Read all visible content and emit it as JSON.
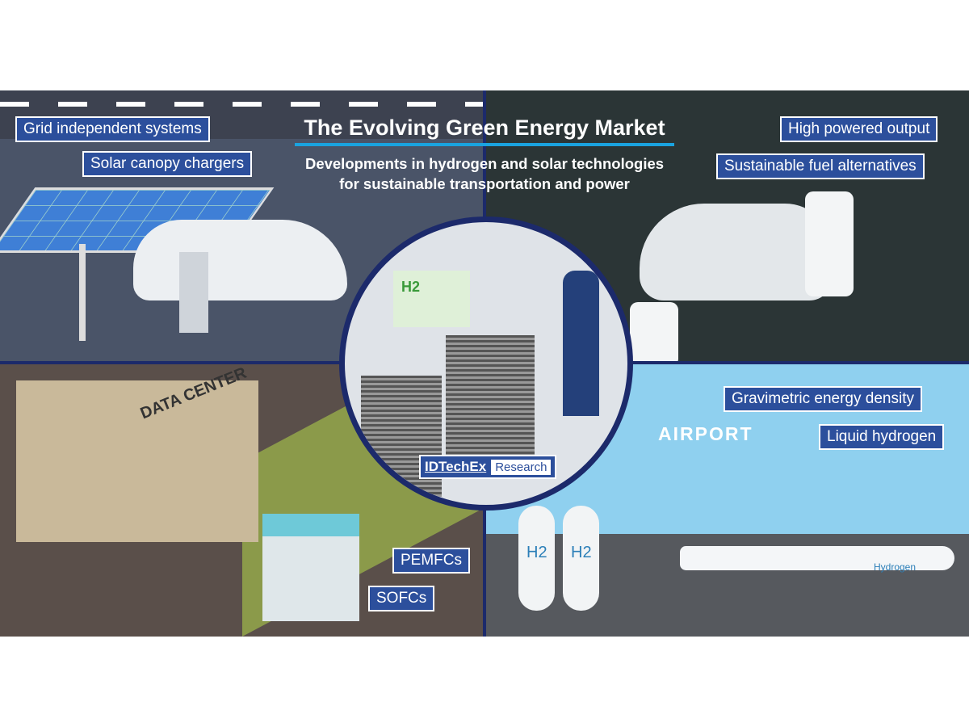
{
  "title": "The Evolving Green Energy Market",
  "subtitle_line1": "Developments in hydrogen and solar technologies",
  "subtitle_line2": "for sustainable transportation and power",
  "labels": {
    "grid": "Grid independent systems",
    "solar": "Solar canopy chargers",
    "high": "High powered output",
    "fuel": "Sustainable fuel alternatives",
    "grav": "Gravimetric energy density",
    "liquid": "Liquid hydrogen",
    "pemfc": "PEMFCs",
    "sofc": "SOFCs"
  },
  "scene_text": {
    "data_center": "DATA CENTER",
    "airport": "AIRPORT",
    "h2": "H2",
    "hydrogen": "Hydrogen"
  },
  "logo": {
    "brand": "IDTechEx",
    "tag": "Research"
  },
  "colors": {
    "label_bg": "#2c4f9c",
    "divider": "#1c2a6b",
    "accent": "#1aa3e0"
  }
}
